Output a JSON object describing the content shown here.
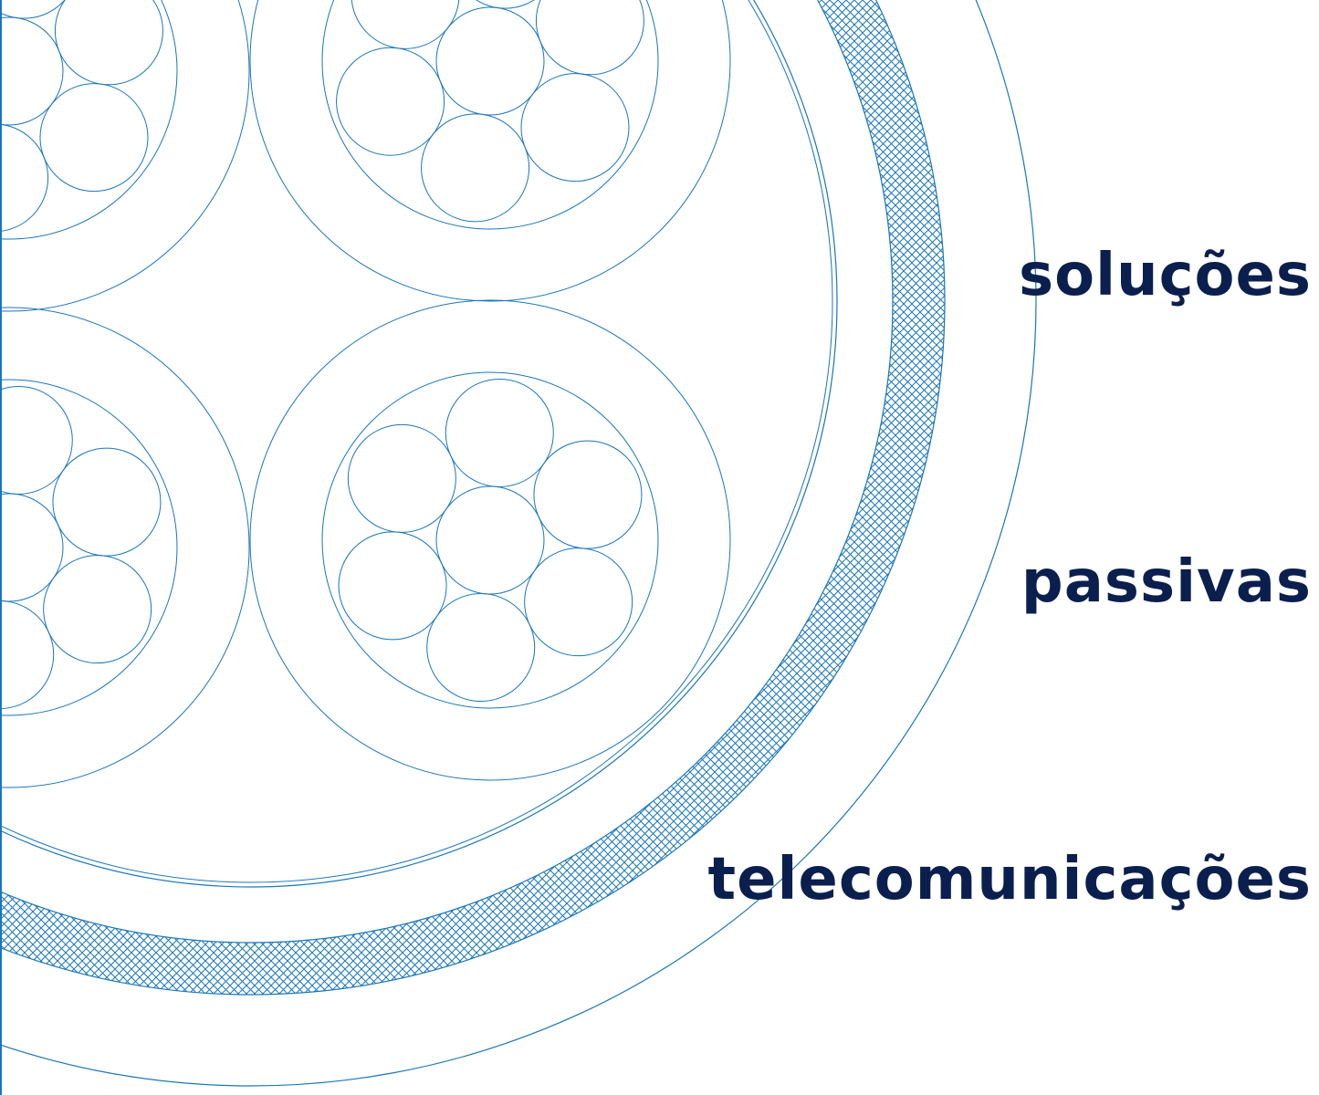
{
  "headline": {
    "words": [
      "soluções",
      "passivas",
      "telecomunicações"
    ]
  },
  "colors": {
    "line": "#1a76bb",
    "text": "#0b1f4e",
    "background": "#ffffff"
  },
  "illustration": {
    "subject": "cable-cross-section",
    "icon": "cable-cross-section-icon"
  }
}
